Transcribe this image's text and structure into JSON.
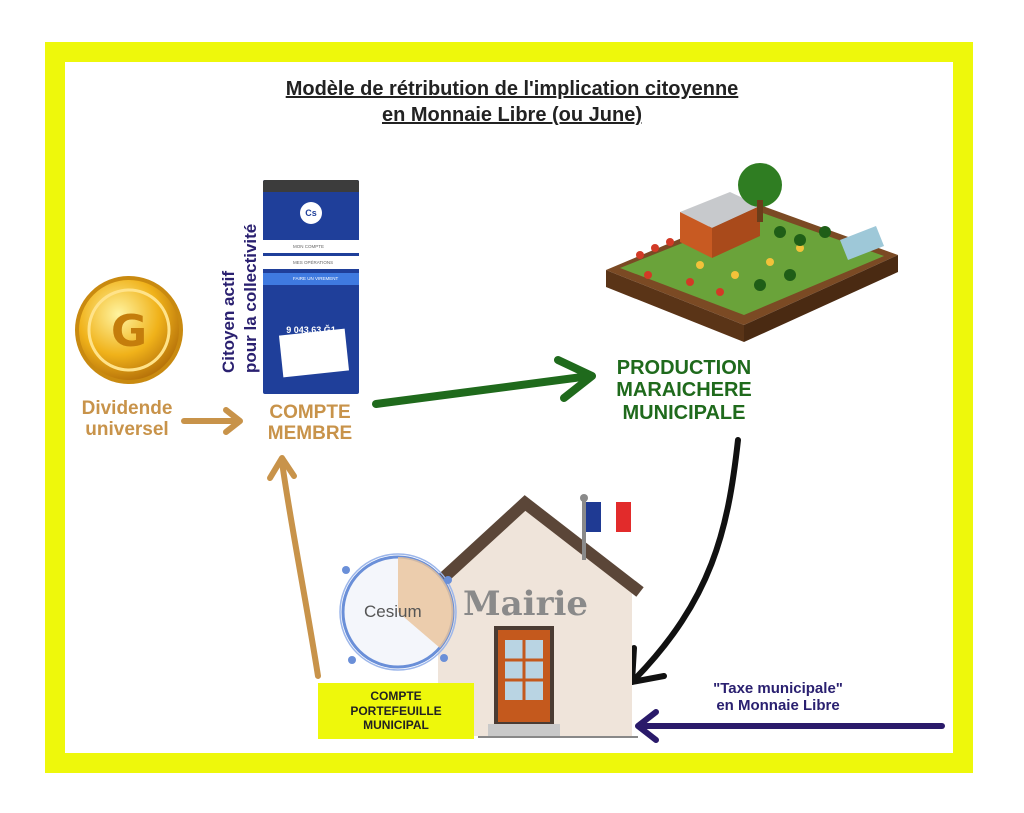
{
  "title": {
    "line1": "Modèle de rétribution de l'implication citoyenne",
    "line2": "en Monnaie Libre (ou June)"
  },
  "labels": {
    "dividende_1": "Dividende",
    "dividende_2": "universel",
    "compte_1": "COMPTE",
    "compte_2": "MEMBRE",
    "citoyen_1": "Citoyen actif",
    "citoyen_2": "pour la collectivité",
    "production_1": "PRODUCTION",
    "production_2": "MARAICHERE",
    "production_3": "MUNICIPALE",
    "portefeuille_1": "COMPTE",
    "portefeuille_2": "PORTEFEUILLE",
    "portefeuille_3": "MUNICIPAL",
    "taxe_1": "\"Taxe municipale\"",
    "taxe_2": "en Monnaie Libre",
    "mairie": "Mairie",
    "cesium": "Cesium"
  },
  "phone": {
    "logo": "Cs",
    "row1": "MON COMPTE",
    "row2": "MES OPÉRATIONS",
    "button": "FAIRE UN VIREMENT",
    "balance": "9 043,63 Ğ1"
  },
  "icons": {
    "coin": "g1-coin-icon",
    "garden": "vegetable-garden-icon",
    "townhall": "townhall-house-icon",
    "flag": "french-flag-icon"
  },
  "colors": {
    "frame": "#eef80b",
    "gold_arrow": "#c8934a",
    "green_arrow": "#1f6a1c",
    "black_arrow": "#111111",
    "navy_arrow": "#2a1a6a"
  }
}
